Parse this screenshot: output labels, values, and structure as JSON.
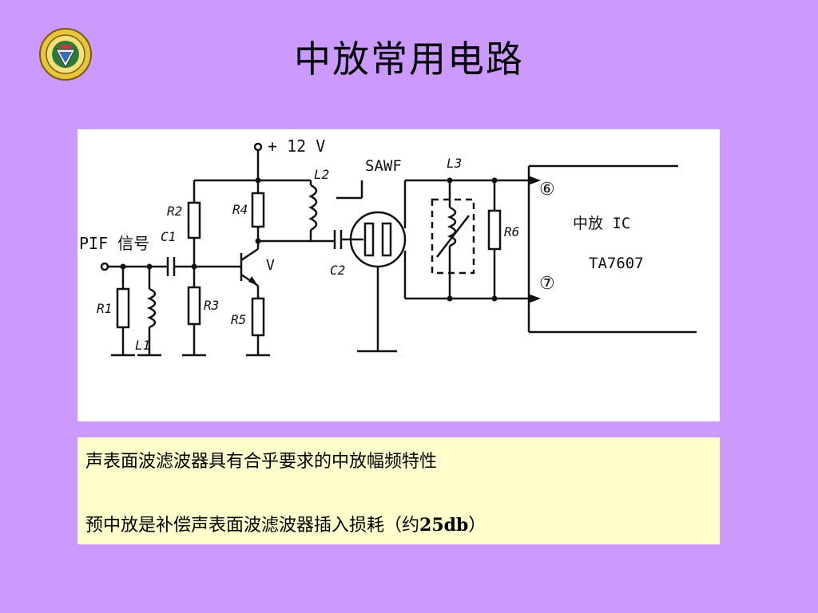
{
  "slide": {
    "title": "中放常用电路"
  },
  "circuit": {
    "supply_label": "+ 12 V",
    "input_label": "PIF 信号",
    "saw_filter_label": "SAWF",
    "transistor_label": "V",
    "components": {
      "R1": "R1",
      "R2": "R2",
      "R3": "R3",
      "R4": "R4",
      "R5": "R5",
      "R6": "R6",
      "C1": "C1",
      "C2": "C2",
      "L1": "L1",
      "L2": "L2",
      "L3": "L3"
    },
    "ic_label_line1": "中放 IC",
    "ic_label_line2": "TA7607",
    "pin6": "⑥",
    "pin7": "⑦"
  },
  "notes": {
    "line1": "声表面波滤波器具有合乎要求的中放幅频特性",
    "line2_prefix": "预中放是补偿声表面波滤波器插入损耗（约",
    "line2_bold": "25db",
    "line2_suffix": "）"
  }
}
